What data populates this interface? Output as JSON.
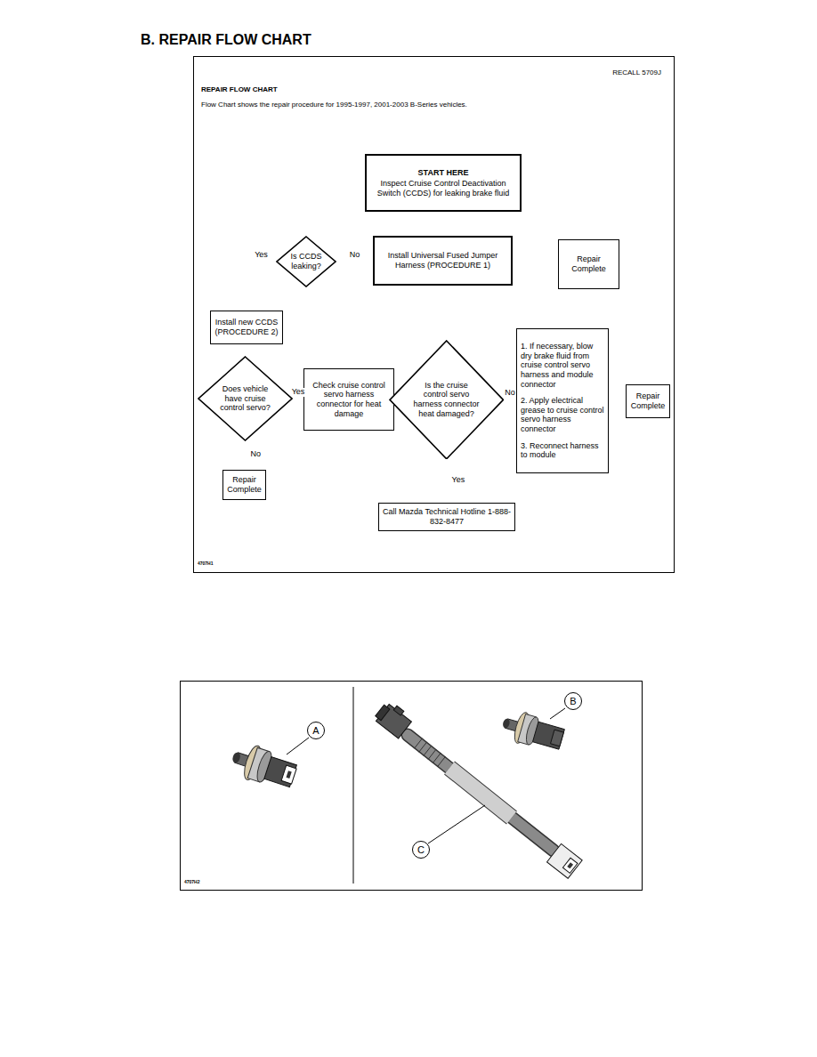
{
  "diagram": {
    "title": "B. REPAIR FLOW CHART",
    "nodes": [
      {
        "text": [
          "RECALL 5709J",
          "REPAIR FLOW CHART",
          "Flow Chart shows the repair procedure for 1995-1997, 2001-2003 B-Series vehicles."
        ]
      },
      {
        "text": [
          "START HERE",
          "Inspect Cruise Control Deactivation Switch (CCDS) for leaking brake fluid"
        ],
        "in": 0
      },
      {
        "text": [
          "Is CCDS leaking?"
        ],
        "in": 0
      },
      {
        "text": [
          "Install Universal Fused Jumper Harness (PROCEDURE 1)"
        ],
        "in": 0
      },
      {
        "text": [
          "Repair Complete"
        ],
        "in": 0
      },
      {
        "text": [
          "Install new CCDS (PROCEDURE 2)"
        ],
        "in": 0
      },
      {
        "text": [
          "Does vehicle have cruise control servo?"
        ],
        "in": 0
      },
      {
        "text": [
          "Repair Complete"
        ],
        "in": 0
      },
      {
        "text": [
          "Check cruise control servo harness connector for heat damage"
        ],
        "in": 0
      },
      {
        "text": [
          "Is the cruise control servo harness connector heat damaged?"
        ],
        "in": 0
      },
      {
        "text": [
          "1. If necessary, blow dry brake fluid from cruise control servo harness and module connector",
          "2. Apply electrical grease to cruise control servo harness connector",
          "3. Reconnect harness to module"
        ],
        "in": 0
      },
      {
        "text": [
          "Repair Complete"
        ],
        "in": 0
      },
      {
        "text": [
          "Call Mazda Technical Hotline 1-888-832-8477"
        ],
        "in": 0
      }
    ],
    "edges": [
      {
        "from": 1,
        "to": 2,
        "arrow": "to"
      },
      {
        "from": 2,
        "to": 3,
        "label": "No",
        "arrow": "to"
      },
      {
        "from": 3,
        "to": 4,
        "arrow": "to"
      },
      {
        "from": 2,
        "to": 5,
        "label": "Yes",
        "arrow": "to"
      },
      {
        "from": 5,
        "to": 6,
        "arrow": "to"
      },
      {
        "from": 6,
        "to": 8,
        "label": "Yes",
        "arrow": "to"
      },
      {
        "from": 6,
        "to": 7,
        "label": "No",
        "arrow": "to"
      },
      {
        "from": 8,
        "to": 9,
        "arrow": "to"
      },
      {
        "from": 9,
        "to": 10,
        "label": "No",
        "arrow": "to"
      },
      {
        "from": 9,
        "to": 12,
        "label": "Yes",
        "arrow": "to"
      },
      {
        "from": 10,
        "to": 11,
        "arrow": "to"
      }
    ],
    "labels": [
      "4707H1",
      "A",
      "B",
      "C",
      "4707H2"
    ]
  }
}
